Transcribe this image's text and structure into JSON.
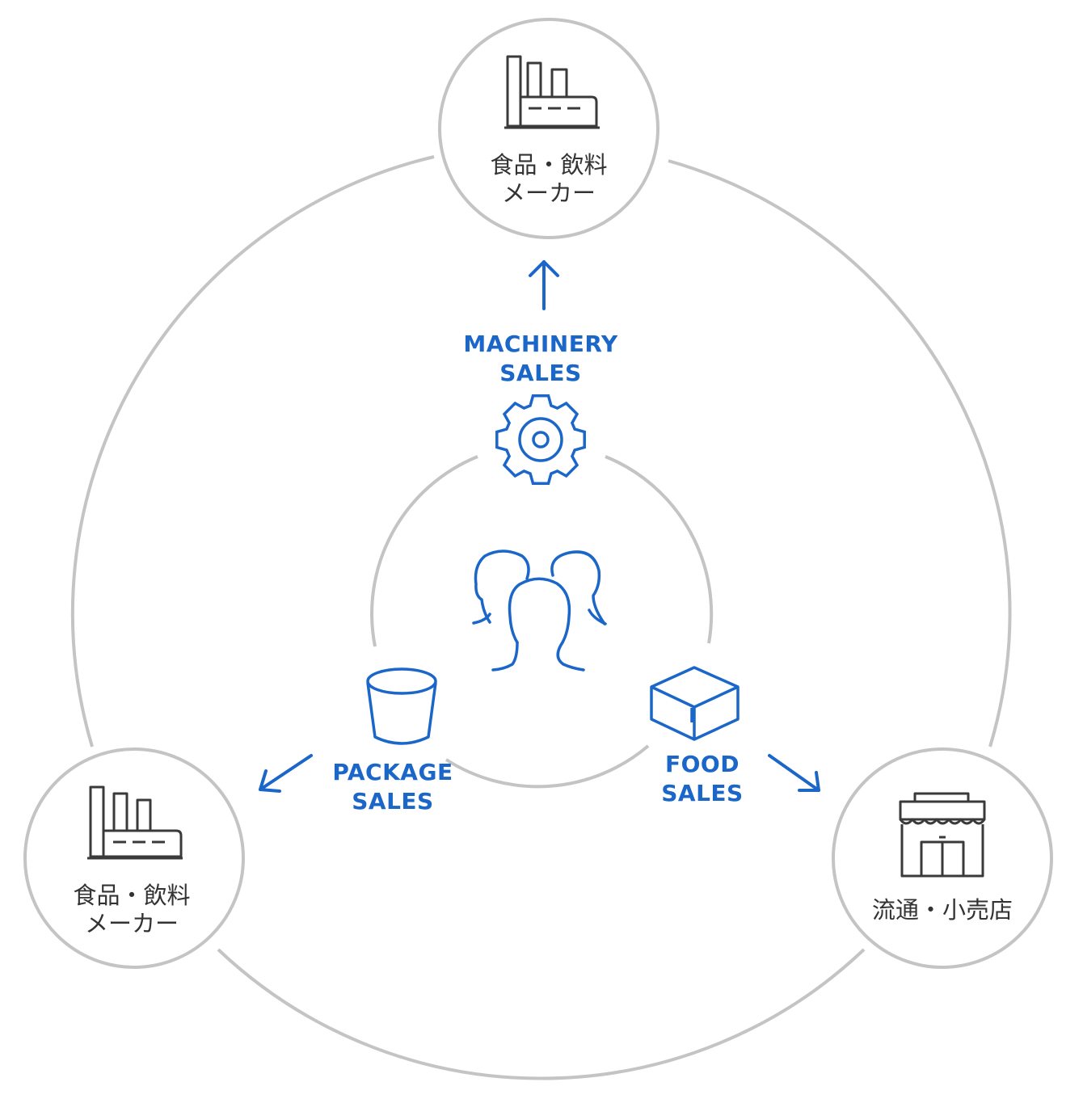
{
  "colors": {
    "accent": "#1b66c9",
    "ring": "#c4c4c4",
    "icon_dark": "#3a3a3a",
    "text": "#333333"
  },
  "nodes": {
    "top": {
      "line1": "食品・飲料",
      "line2": "メーカー",
      "icon": "factory-icon"
    },
    "bottom_left": {
      "line1": "食品・飲料",
      "line2": "メーカー",
      "icon": "factory-icon"
    },
    "bottom_right": {
      "line1": "流通・小売店",
      "icon": "store-icon"
    }
  },
  "sales": {
    "machinery": {
      "line1": "MACHINERY",
      "line2": "SALES",
      "icon": "gear-icon"
    },
    "package": {
      "line1": "PACKAGE",
      "line2": "SALES",
      "icon": "cup-icon"
    },
    "food": {
      "line1": "FOOD",
      "line2": "SALES",
      "icon": "box-icon"
    }
  },
  "center": {
    "icon": "people-icon"
  }
}
